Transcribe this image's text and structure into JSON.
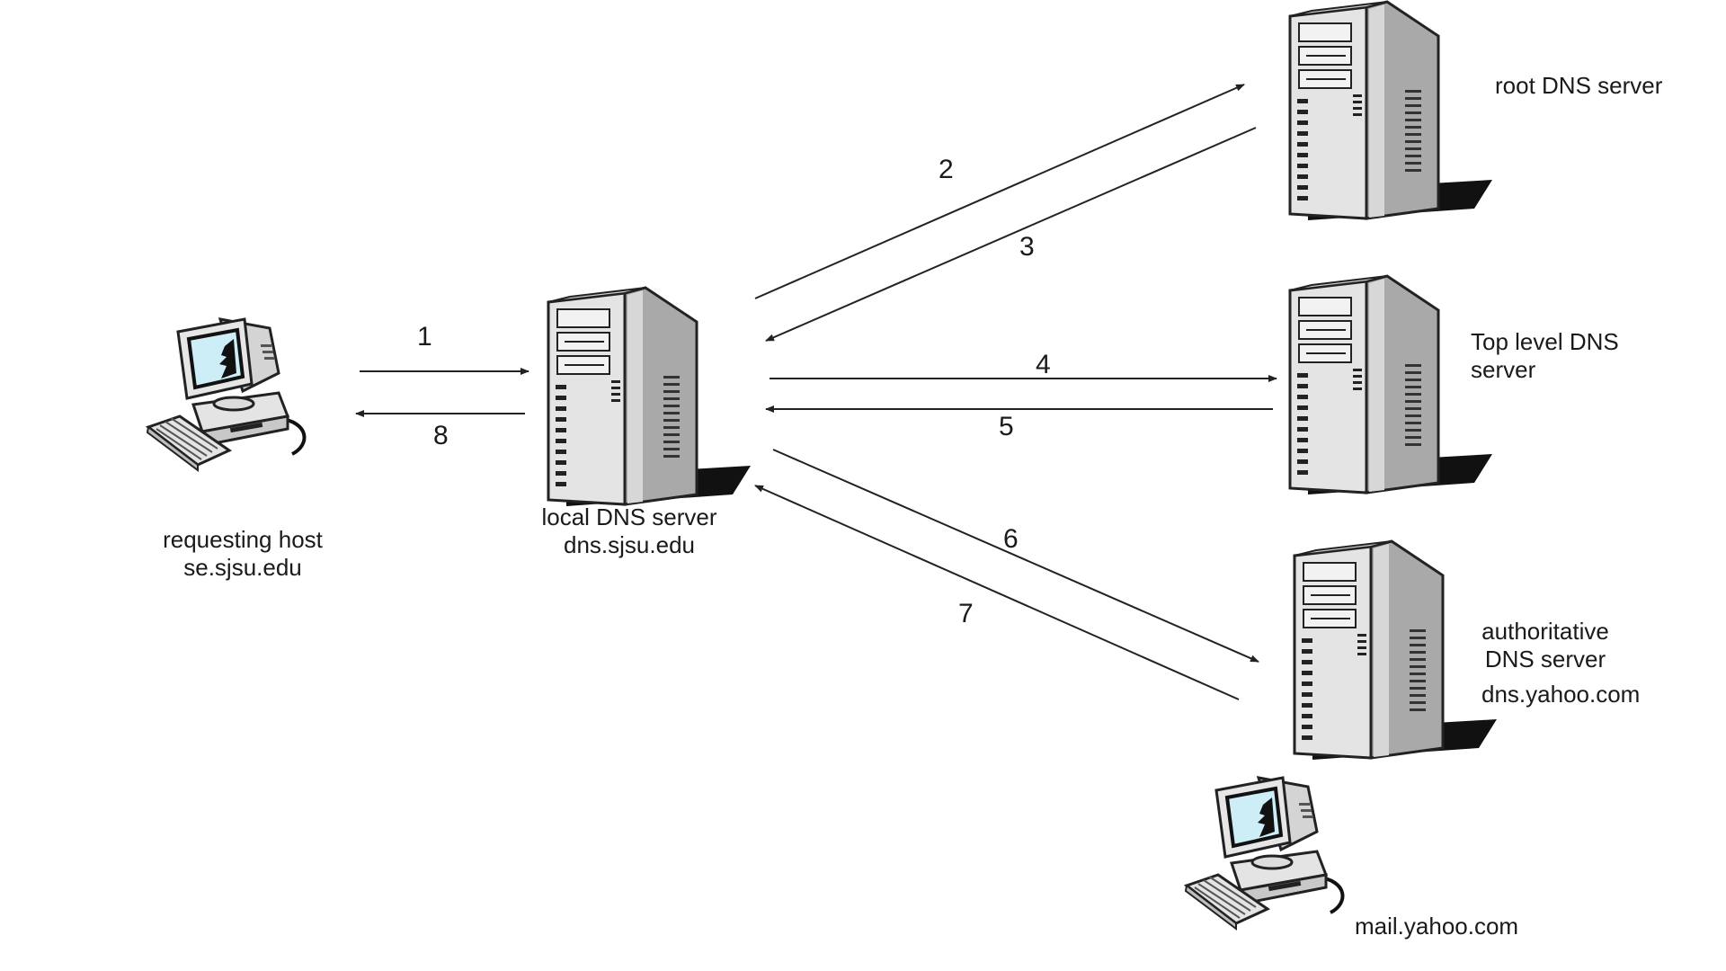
{
  "nodes": {
    "requesting_host": {
      "line1": "requesting host",
      "line2": "se.sjsu.edu",
      "icon": "desktop-computer-icon"
    },
    "local_dns": {
      "line1": "local DNS server",
      "line2": "dns.sjsu.edu",
      "icon": "server-tower-icon"
    },
    "root_dns": {
      "line1": "root DNS server",
      "icon": "server-tower-icon"
    },
    "tld_dns": {
      "line1": "Top level DNS",
      "line2": "server",
      "icon": "server-tower-icon"
    },
    "auth_dns": {
      "line1": "authoritative",
      "line2": "DNS server",
      "line3": "dns.yahoo.com",
      "icon": "server-tower-icon"
    },
    "mail_host": {
      "line1": "mail.yahoo.com",
      "icon": "desktop-computer-icon"
    }
  },
  "steps": [
    "1",
    "2",
    "3",
    "4",
    "5",
    "6",
    "7",
    "8"
  ],
  "colors": {
    "screen": "#cdeef7",
    "case": "#e4e4e4",
    "shadow": "#111111",
    "line": "#222222"
  }
}
